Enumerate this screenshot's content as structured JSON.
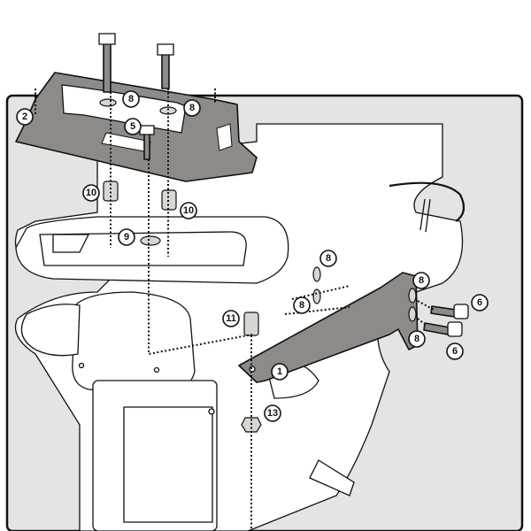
{
  "diagram": {
    "callouts": [
      {
        "id": "2"
      },
      {
        "id": "8"
      },
      {
        "id": "8"
      },
      {
        "id": "5"
      },
      {
        "id": "10"
      },
      {
        "id": "10"
      },
      {
        "id": "9"
      },
      {
        "id": "8"
      },
      {
        "id": "8"
      },
      {
        "id": "8"
      },
      {
        "id": "6"
      },
      {
        "id": "6"
      },
      {
        "id": "8"
      },
      {
        "id": "11"
      },
      {
        "id": "1"
      },
      {
        "id": "13"
      }
    ],
    "colors": {
      "background_panel": "#e4e4e2",
      "metal": "#8d8a88",
      "line": "#111111"
    }
  }
}
